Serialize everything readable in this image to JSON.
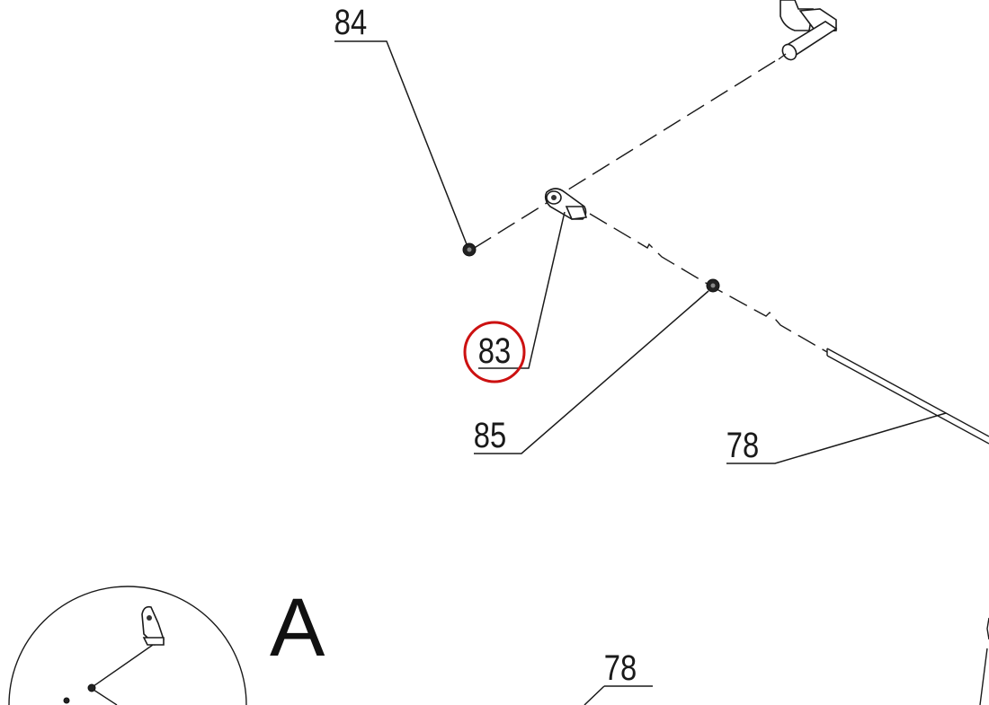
{
  "callouts": {
    "c84": "84",
    "c83": "83",
    "c85": "85",
    "c78a": "78",
    "c78b": "78"
  },
  "detail": {
    "label": "A"
  },
  "highlight": {
    "target": "83",
    "color": "#cc1111"
  }
}
